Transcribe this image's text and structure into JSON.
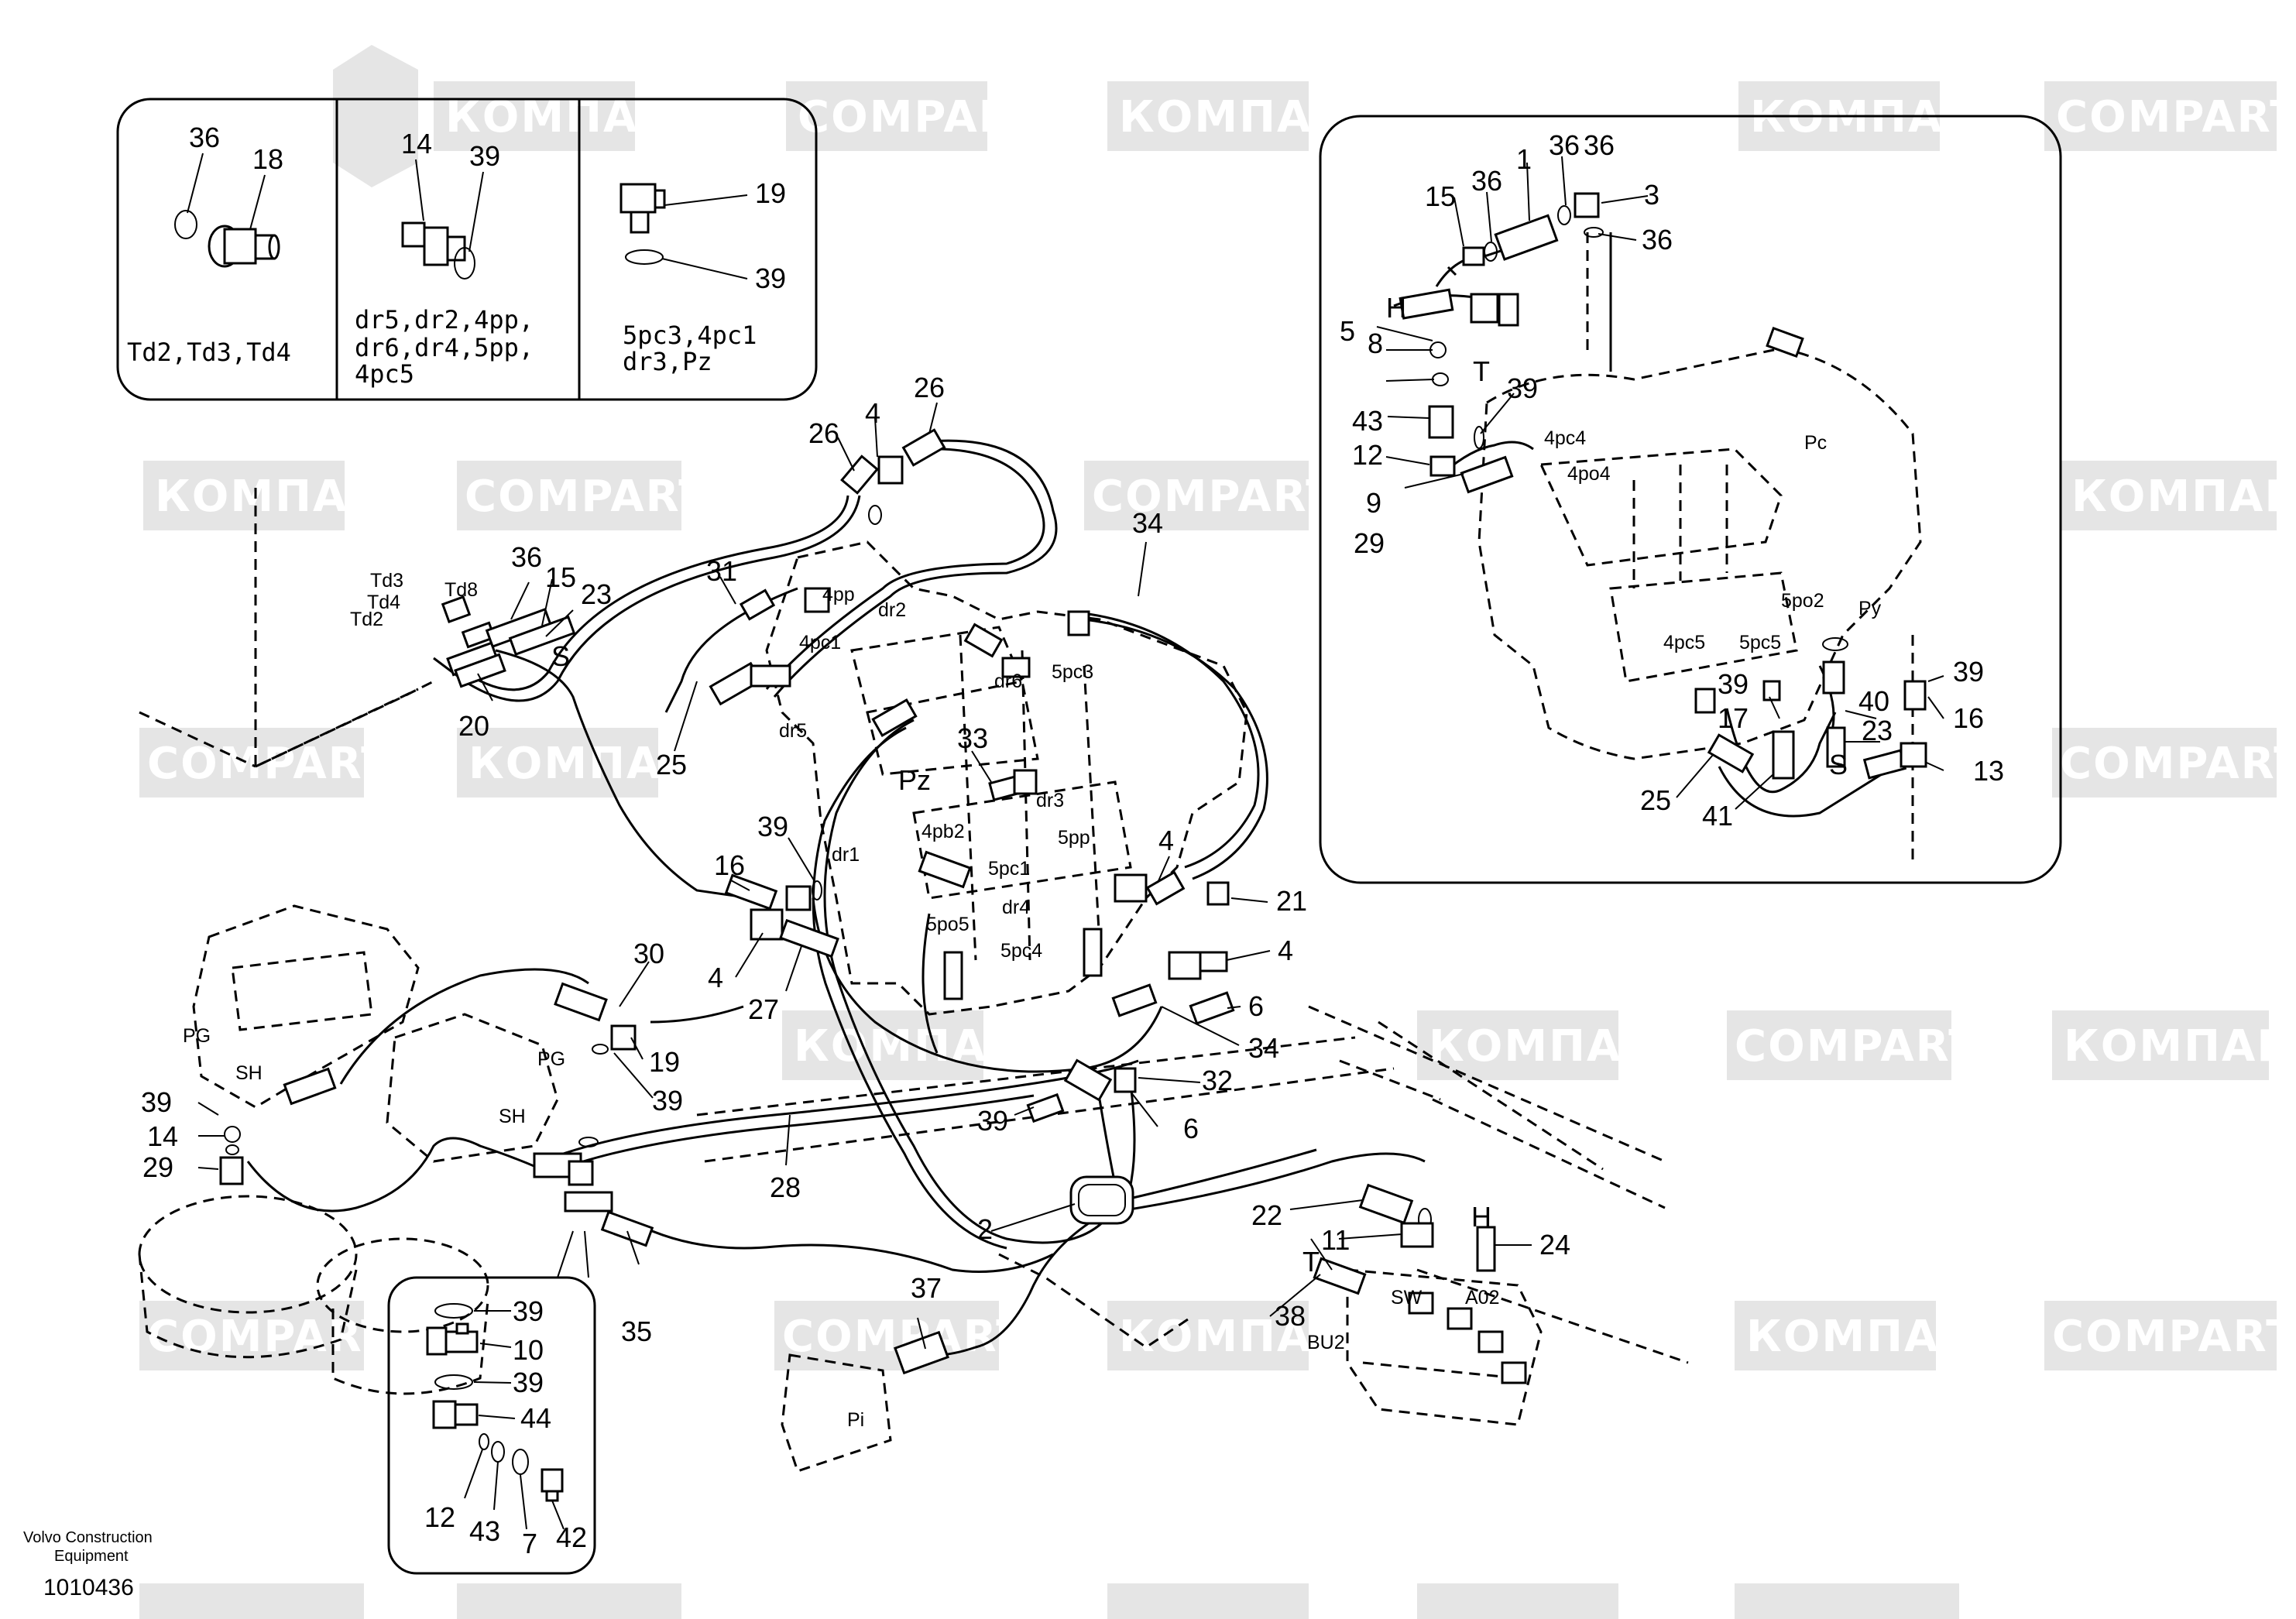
{
  "watermarks": [
    "КОМПАРТ",
    "COMPART"
  ],
  "footer": {
    "publisher_line1": "Volvo Construction",
    "publisher_line2": "Equipment",
    "document_number": "1010436"
  },
  "detail_top_left": {
    "panel1": {
      "numbers": [
        "36",
        "18"
      ],
      "ports": "Td2,Td3,Td4"
    },
    "panel2": {
      "numbers": [
        "14",
        "39"
      ],
      "ports_line1": "dr5,dr2,4pp,",
      "ports_line2": "dr6,dr4,5pp,",
      "ports_line3": "4pc5"
    },
    "panel3": {
      "numbers": [
        "19",
        "39"
      ],
      "ports_line1": "5pc3,4pc1",
      "ports_line2": "dr3,Pz"
    }
  },
  "detail_top_right": {
    "numbers": [
      "36",
      "1",
      "36",
      "3",
      "15",
      "36",
      "5",
      "8",
      "43",
      "12",
      "9",
      "29",
      "39",
      "16",
      "40",
      "39",
      "17",
      "23",
      "25",
      "41",
      "13"
    ],
    "letters": [
      "H",
      "T",
      "S"
    ],
    "ports": [
      "4pc4",
      "4po4",
      "Pc",
      "5po2",
      "Py",
      "4pc5",
      "5pc5"
    ]
  },
  "detail_bottom_left": {
    "numbers": [
      "39",
      "10",
      "39",
      "44",
      "12",
      "43",
      "7",
      "42"
    ]
  },
  "main": {
    "numbers": [
      "26",
      "4",
      "26",
      "34",
      "36",
      "15",
      "23",
      "31",
      "20",
      "25",
      "33",
      "39",
      "16",
      "4",
      "27",
      "4",
      "21",
      "4",
      "6",
      "34",
      "30",
      "19",
      "39",
      "39",
      "14",
      "29",
      "28",
      "32",
      "6",
      "39",
      "2",
      "22",
      "11",
      "24",
      "37",
      "35",
      "38"
    ],
    "letters": [
      "S",
      "H",
      "T"
    ],
    "ports": [
      "Td3",
      "Td8",
      "Td4",
      "Td2",
      "4pp",
      "dr2",
      "4pc1",
      "dr6",
      "5pc3",
      "dr5",
      "Pz",
      "dr3",
      "4pb2",
      "5pp",
      "dr1",
      "5pc1",
      "5po5",
      "dr4",
      "5pc4",
      "PG",
      "SH",
      "PG",
      "SH",
      "SW",
      "A02",
      "BU2",
      "Pi"
    ]
  }
}
